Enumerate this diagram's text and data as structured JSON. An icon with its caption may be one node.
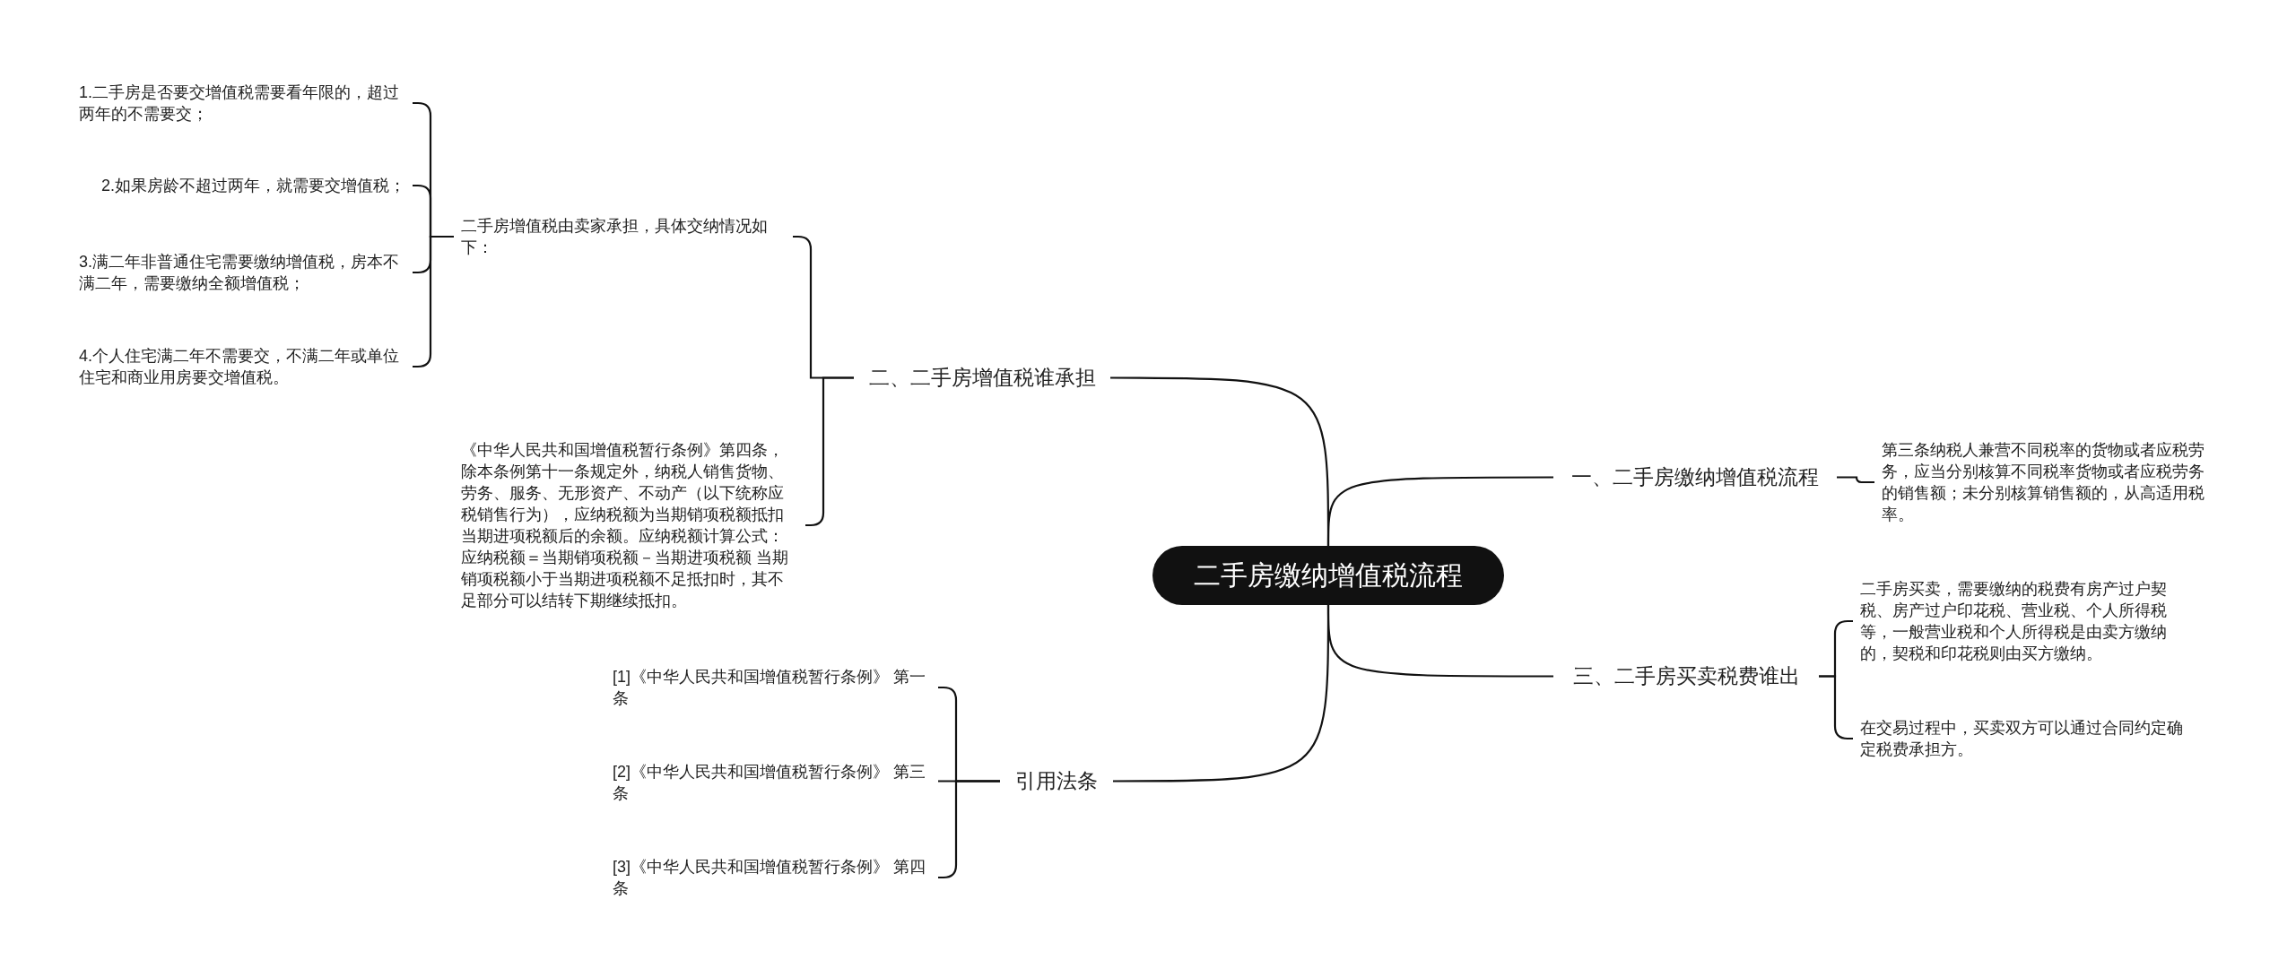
{
  "diagram": {
    "nodes": [
      {
        "text": [
          "二手房缴纳增值税流程"
        ]
      },
      {
        "text": [
          "一、二手房缴纳增值税流程"
        ]
      },
      {
        "text": [
          "第三条纳税人兼营不同税率的货物或者应税劳务，应当分别核算不同税率货物或者应税劳务的销售额；未分别核算销售额的，从高适用税率。"
        ]
      },
      {
        "text": [
          "三、二手房买卖税费谁出"
        ]
      },
      {
        "text": [
          "二手房买卖，需要缴纳的税费有房产过户契税、房产过户印花税、营业税、个人所得税等，一般营业税和个人所得税是由卖方缴纳的，契税和印花税则由买方缴纳。"
        ]
      },
      {
        "text": [
          "在交易过程中，买卖双方可以通过合同约定确定税费承担方。"
        ]
      },
      {
        "text": [
          "二、二手房增值税谁承担"
        ]
      },
      {
        "text": [
          "二手房增值税由卖家承担，具体交纳情况如下："
        ]
      },
      {
        "text": [
          "1.二手房是否要交增值税需要看年限的，超过两年的不需要交；"
        ]
      },
      {
        "text": [
          "2.如果房龄不超过两年，就需要交增值税；"
        ]
      },
      {
        "text": [
          "3.满二年非普通住宅需要缴纳增值税，房本不满二年，需要缴纳全额增值税；"
        ]
      },
      {
        "text": [
          "4.个人住宅满二年不需要交，不满二年或单位住宅和商业用房要交增值税。"
        ]
      },
      {
        "text": [
          "《中华人民共和国增值税暂行条例》第四条，除本条例第十一条规定外，纳税人销售货物、劳务、服务、无形资产、不动产（以下统称应税销售行为），应纳税额为当期销项税额抵扣当期进项税额后的余额。应纳税额计算公式：应纳税额＝当期销项税额－当期进项税额 当期销项税额小于当期进项税额不足抵扣时，其不足部分可以结转下期继续抵扣。"
        ]
      },
      {
        "text": [
          "引用法条"
        ]
      },
      {
        "text": [
          "[1]《中华人民共和国增值税暂行条例》 第一条"
        ]
      },
      {
        "text": [
          "[2]《中华人民共和国增值税暂行条例》 第三条"
        ]
      },
      {
        "text": [
          "[3]《中华人民共和国增值税暂行条例》 第四条"
        ]
      }
    ],
    "edges": [
      {
        "from": 0,
        "to": 1,
        "arrow": "none"
      },
      {
        "from": 1,
        "to": 2,
        "arrow": "none"
      },
      {
        "from": 0,
        "to": 3,
        "arrow": "none"
      },
      {
        "from": 3,
        "to": 4,
        "arrow": "none"
      },
      {
        "from": 3,
        "to": 5,
        "arrow": "none"
      },
      {
        "from": 0,
        "to": 6,
        "arrow": "none"
      },
      {
        "from": 6,
        "to": 7,
        "arrow": "none"
      },
      {
        "from": 7,
        "to": 8,
        "arrow": "none"
      },
      {
        "from": 7,
        "to": 9,
        "arrow": "none"
      },
      {
        "from": 7,
        "to": 10,
        "arrow": "none"
      },
      {
        "from": 7,
        "to": 11,
        "arrow": "none"
      },
      {
        "from": 6,
        "to": 12,
        "arrow": "none"
      },
      {
        "from": 0,
        "to": 13,
        "arrow": "none"
      },
      {
        "from": 13,
        "to": 14,
        "arrow": "none"
      },
      {
        "from": 13,
        "to": 15,
        "arrow": "none"
      },
      {
        "from": 13,
        "to": 16,
        "arrow": "none"
      }
    ]
  }
}
